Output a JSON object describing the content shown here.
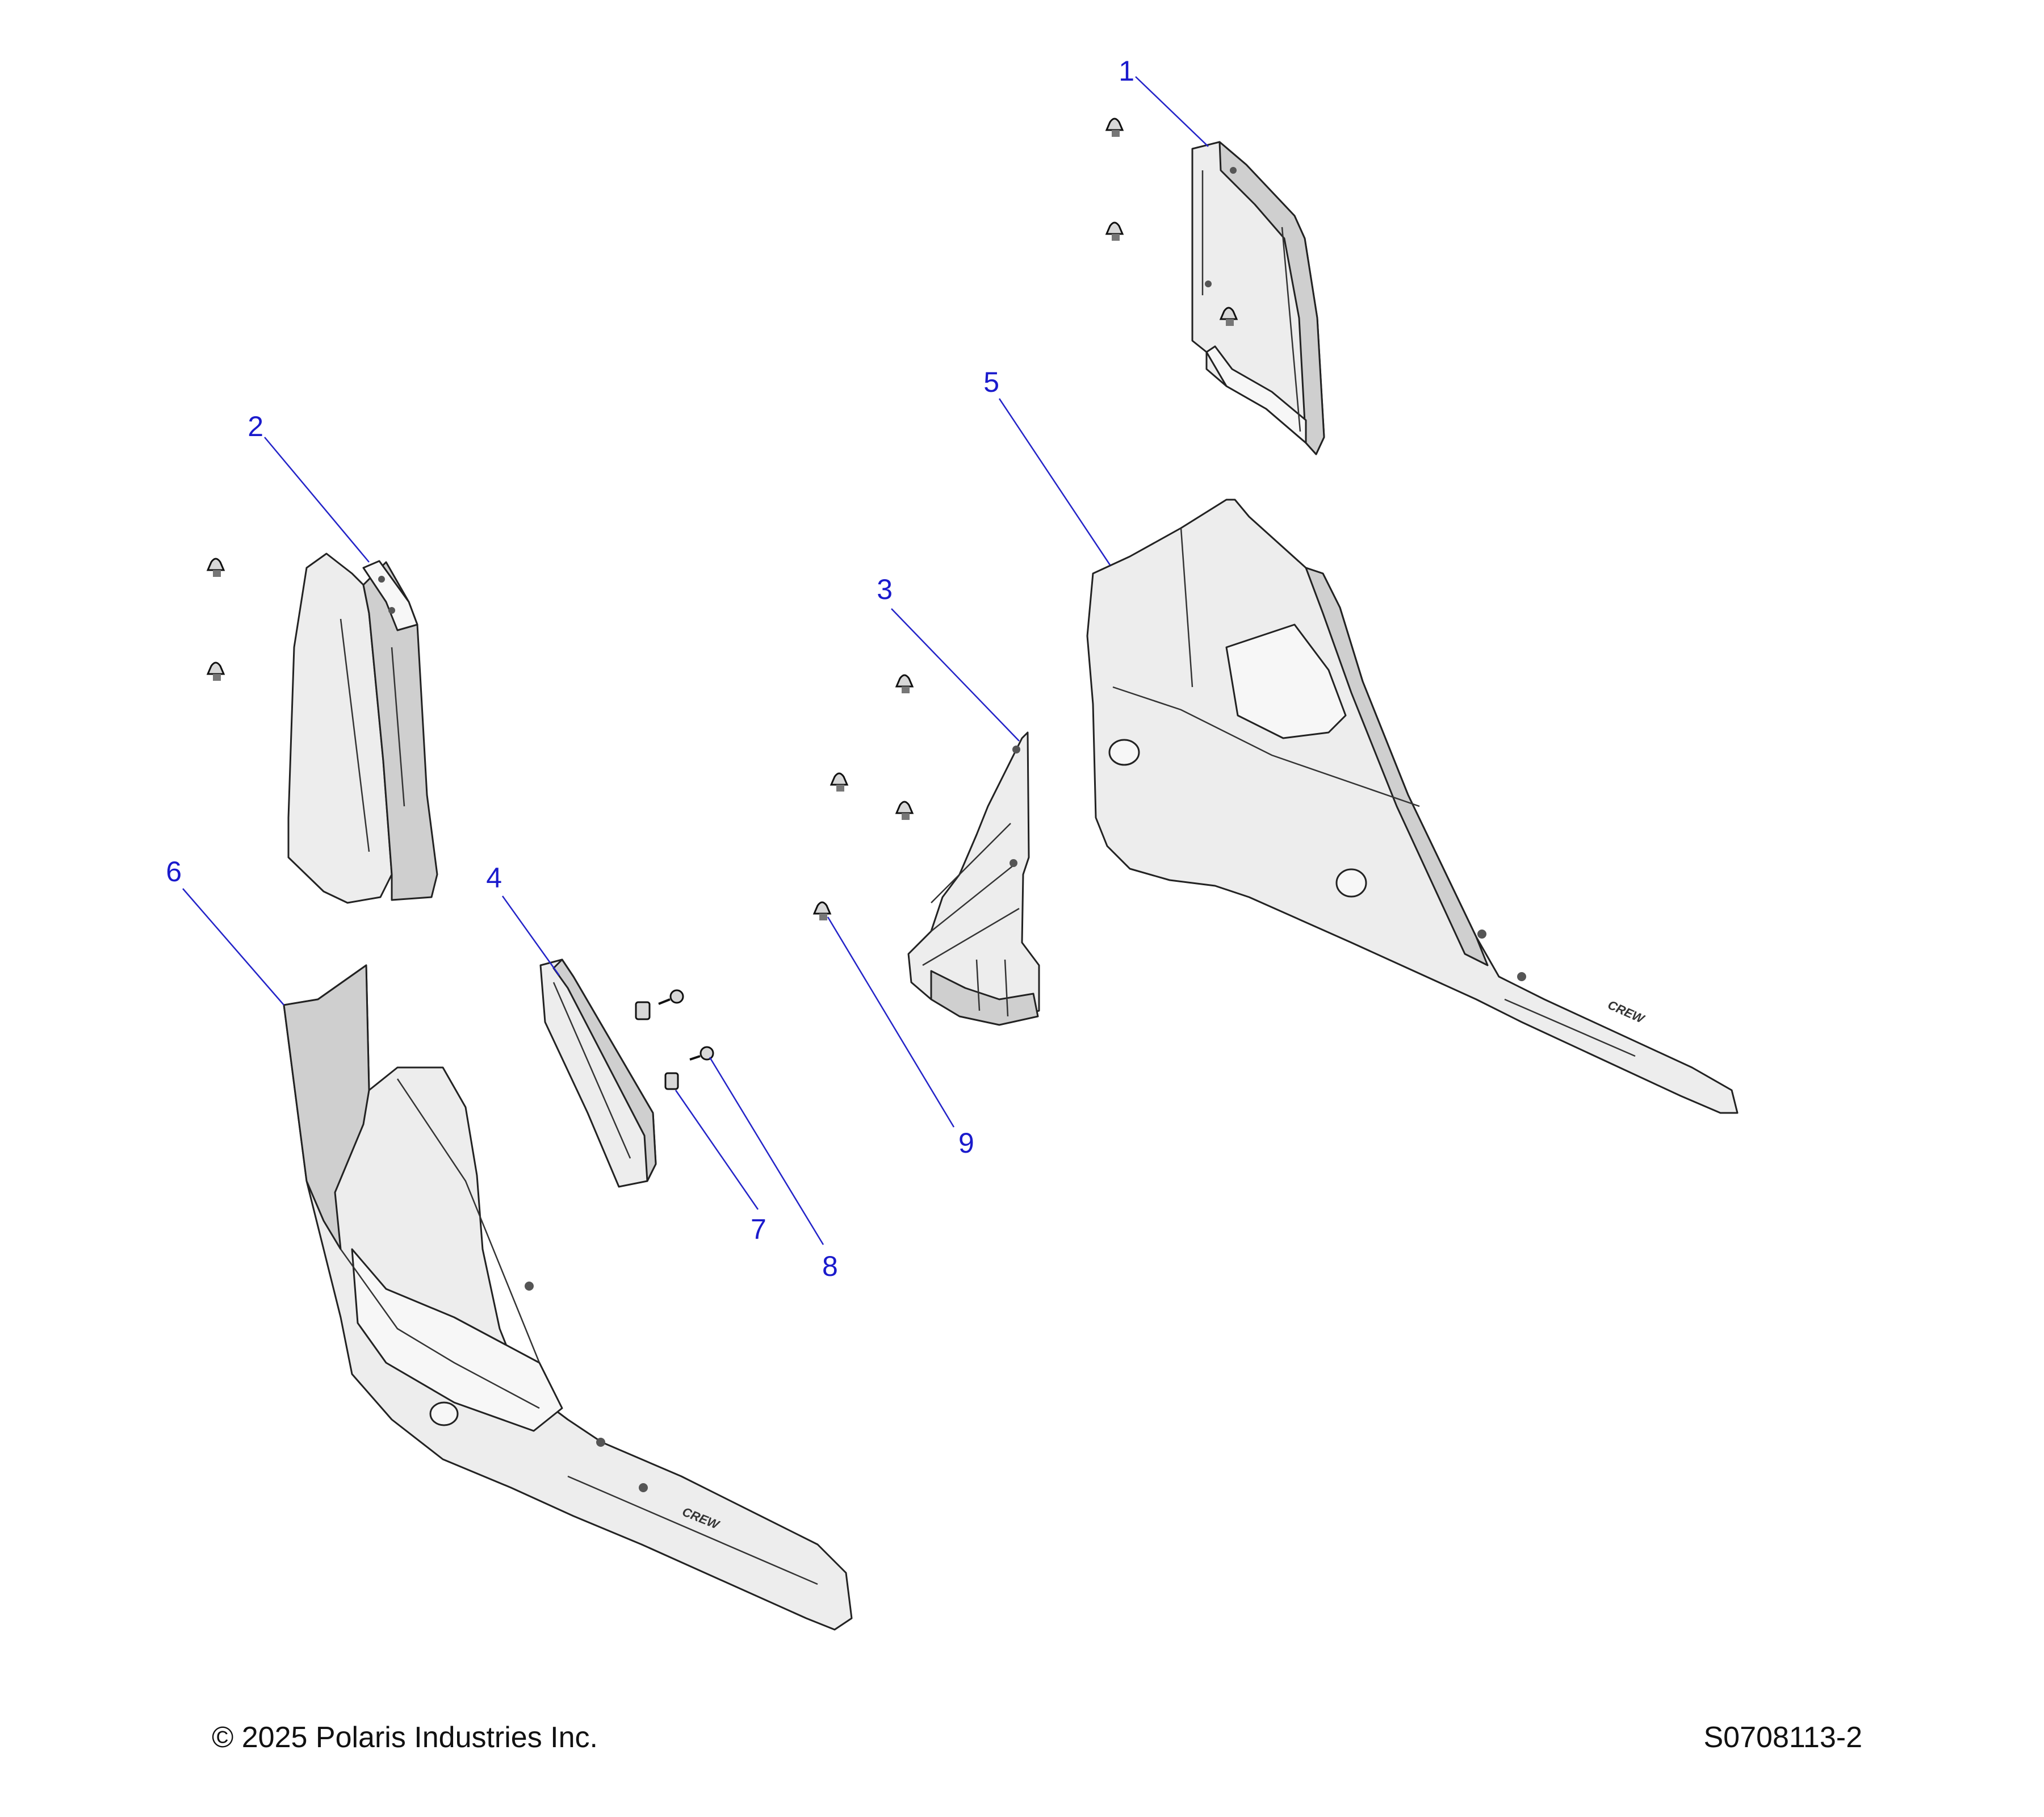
{
  "diagram": {
    "callouts": [
      {
        "id": "callout-1",
        "label": "1"
      },
      {
        "id": "callout-2",
        "label": "2"
      },
      {
        "id": "callout-3",
        "label": "3"
      },
      {
        "id": "callout-4",
        "label": "4"
      },
      {
        "id": "callout-5",
        "label": "5"
      },
      {
        "id": "callout-6",
        "label": "6"
      },
      {
        "id": "callout-7",
        "label": "7"
      },
      {
        "id": "callout-8",
        "label": "8"
      },
      {
        "id": "callout-9",
        "label": "9"
      }
    ],
    "callout_color": "#1a1acc",
    "leader_color": "#2323c8",
    "part_label_text": "CREW"
  },
  "footer": {
    "copyright": "© 2025 Polaris Industries Inc.",
    "figure_id": "S0708113-2"
  }
}
